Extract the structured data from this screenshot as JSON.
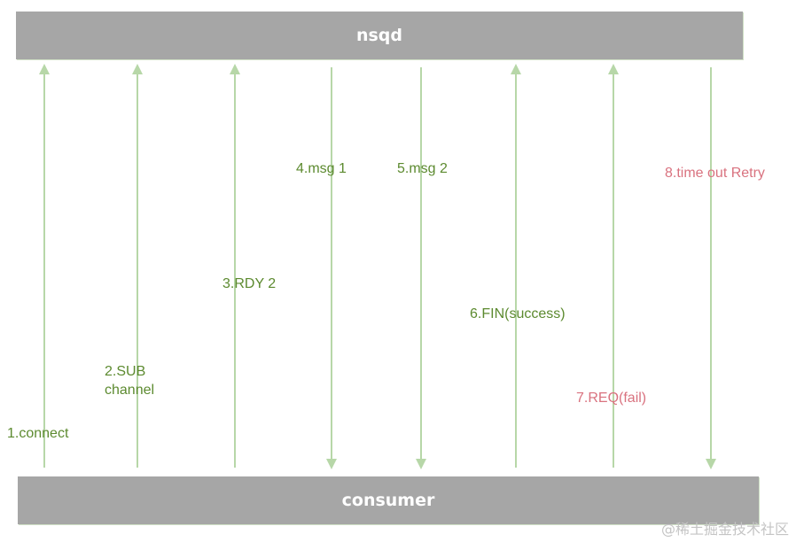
{
  "nodes": {
    "top": "nsqd",
    "bottom": "consumer"
  },
  "messages": [
    {
      "id": "connect",
      "label": "1.connect",
      "direction": "up",
      "tone": "green"
    },
    {
      "id": "sub",
      "label": "2.SUB\nchannel",
      "direction": "up",
      "tone": "green"
    },
    {
      "id": "rdy",
      "label": "3.RDY 2",
      "direction": "up",
      "tone": "green"
    },
    {
      "id": "msg1",
      "label": "4.msg 1",
      "direction": "down",
      "tone": "green"
    },
    {
      "id": "msg2",
      "label": "5.msg 2",
      "direction": "down",
      "tone": "green"
    },
    {
      "id": "fin",
      "label": "6.FIN(success)",
      "direction": "up",
      "tone": "green"
    },
    {
      "id": "req",
      "label": "7.REQ(fail)",
      "direction": "up",
      "tone": "red"
    },
    {
      "id": "retry",
      "label": "8.time out Retry",
      "direction": "down",
      "tone": "red"
    }
  ],
  "colors": {
    "arrow": "#b7d7a8",
    "green_text": "#5c8a2f",
    "red_text": "#d9727f",
    "bar": "#a6a6a6"
  },
  "watermark": "@稀土掘金技术社区"
}
